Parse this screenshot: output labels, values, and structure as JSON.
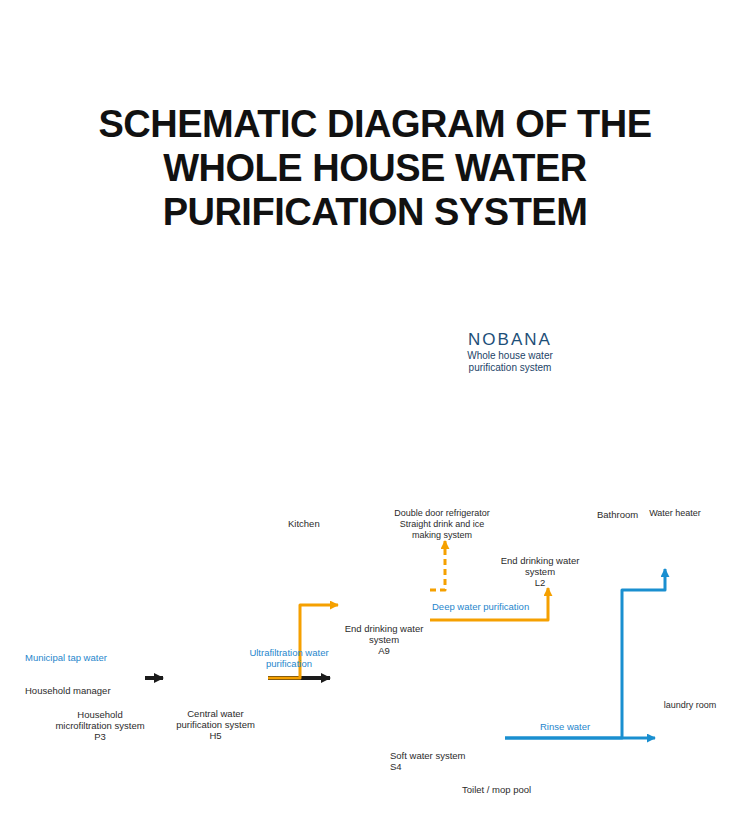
{
  "diagram": {
    "title": "SCHEMATIC DIAGRAM OF THE WHOLE HOUSE WATER PURIFICATION SYSTEM",
    "nodes": [
      {
        "text": [
          "NOBANA",
          "Whole house water purification system"
        ]
      },
      {
        "text": [
          "Household microfiltration system",
          "P3"
        ]
      },
      {
        "text": [
          "Central water purification system",
          "H5"
        ]
      },
      {
        "text": [
          "Soft water system",
          "S4"
        ],
        "in": 0
      },
      {
        "text": [
          "End drinking water system",
          "A9"
        ],
        "in": 0
      },
      {
        "text": [
          "Double door refrigerator",
          "Straight drink and ice making system"
        ],
        "in": 0
      },
      {
        "text": [
          "End drinking water system",
          "L2"
        ],
        "in": 0
      },
      {
        "text": [
          "Water heater"
        ],
        "in": 0
      },
      {
        "text": [
          "laundry room"
        ],
        "in": 0
      }
    ],
    "edges": [
      {
        "from": 1,
        "to": 2,
        "arrow": "to"
      },
      {
        "from": 2,
        "to": 3,
        "label": "Ultrafiltration water purification",
        "arrow": "to"
      },
      {
        "from": 2,
        "to": 4,
        "arrow": "to"
      },
      {
        "from": 4,
        "to": 5,
        "arrow": "to"
      },
      {
        "from": 4,
        "to": 6,
        "label": "Deep water purification",
        "arrow": "to"
      },
      {
        "from": 3,
        "to": 7,
        "arrow": "to"
      },
      {
        "from": 3,
        "to": 8,
        "label": "Rinse water",
        "arrow": "to"
      }
    ],
    "labels": [
      "Municipal tap water",
      "Household manager",
      "Kitchen",
      "Bathroom",
      "Toilet / mop pool"
    ]
  }
}
